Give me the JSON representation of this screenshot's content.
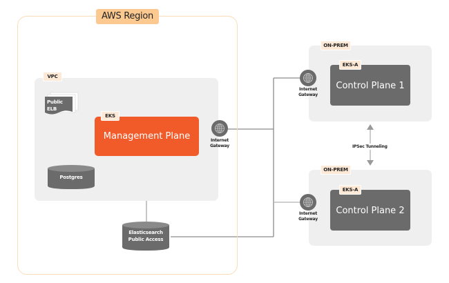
{
  "aws_region": {
    "label": "AWS Region",
    "vpc": {
      "label": "VPC",
      "public_elb": {
        "line1": "Public",
        "line2": "ELB"
      },
      "eks": {
        "tag": "EKS",
        "label": "Management Plane"
      },
      "postgres": {
        "label": "Postgres"
      },
      "internet_gateway": {
        "line1": "Internet",
        "line2": "Gateway",
        "icon": "globe-icon"
      }
    },
    "elasticsearch": {
      "line1": "Elasticsearch",
      "line2": "Public Access"
    }
  },
  "on_prem": [
    {
      "tag": "ON-PREM",
      "eks_a_tag": "EKS-A",
      "control_plane": "Control Plane 1",
      "internet_gateway": {
        "line1": "Internet",
        "line2": "Gateway",
        "icon": "globe-icon"
      }
    },
    {
      "tag": "ON-PREM",
      "eks_a_tag": "EKS-A",
      "control_plane": "Control Plane 2",
      "internet_gateway": {
        "line1": "Internet",
        "line2": "Gateway",
        "icon": "globe-icon"
      }
    }
  ],
  "ipsec": {
    "label": "IPSec Tunneling"
  },
  "colors": {
    "region_border": "#fbdcb8",
    "region_tag": "#fcc991",
    "tag_bg": "#fde9d6",
    "panel_bg": "#efefef",
    "management_plane": "#f15b2a",
    "node_dark": "#6b6b6b",
    "connector": "#9b9b9b"
  }
}
